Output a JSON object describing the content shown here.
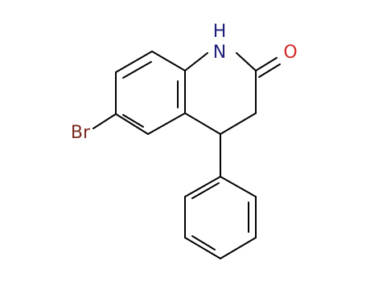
{
  "molecule": {
    "atom_labels": {
      "nh": "N",
      "h": "H",
      "o": "O",
      "br": "Br"
    },
    "colors": {
      "bond": "#000000",
      "nitrogen": "#1f1f7a",
      "oxygen": "#d62828",
      "bromine": "#7a2b1f"
    }
  }
}
